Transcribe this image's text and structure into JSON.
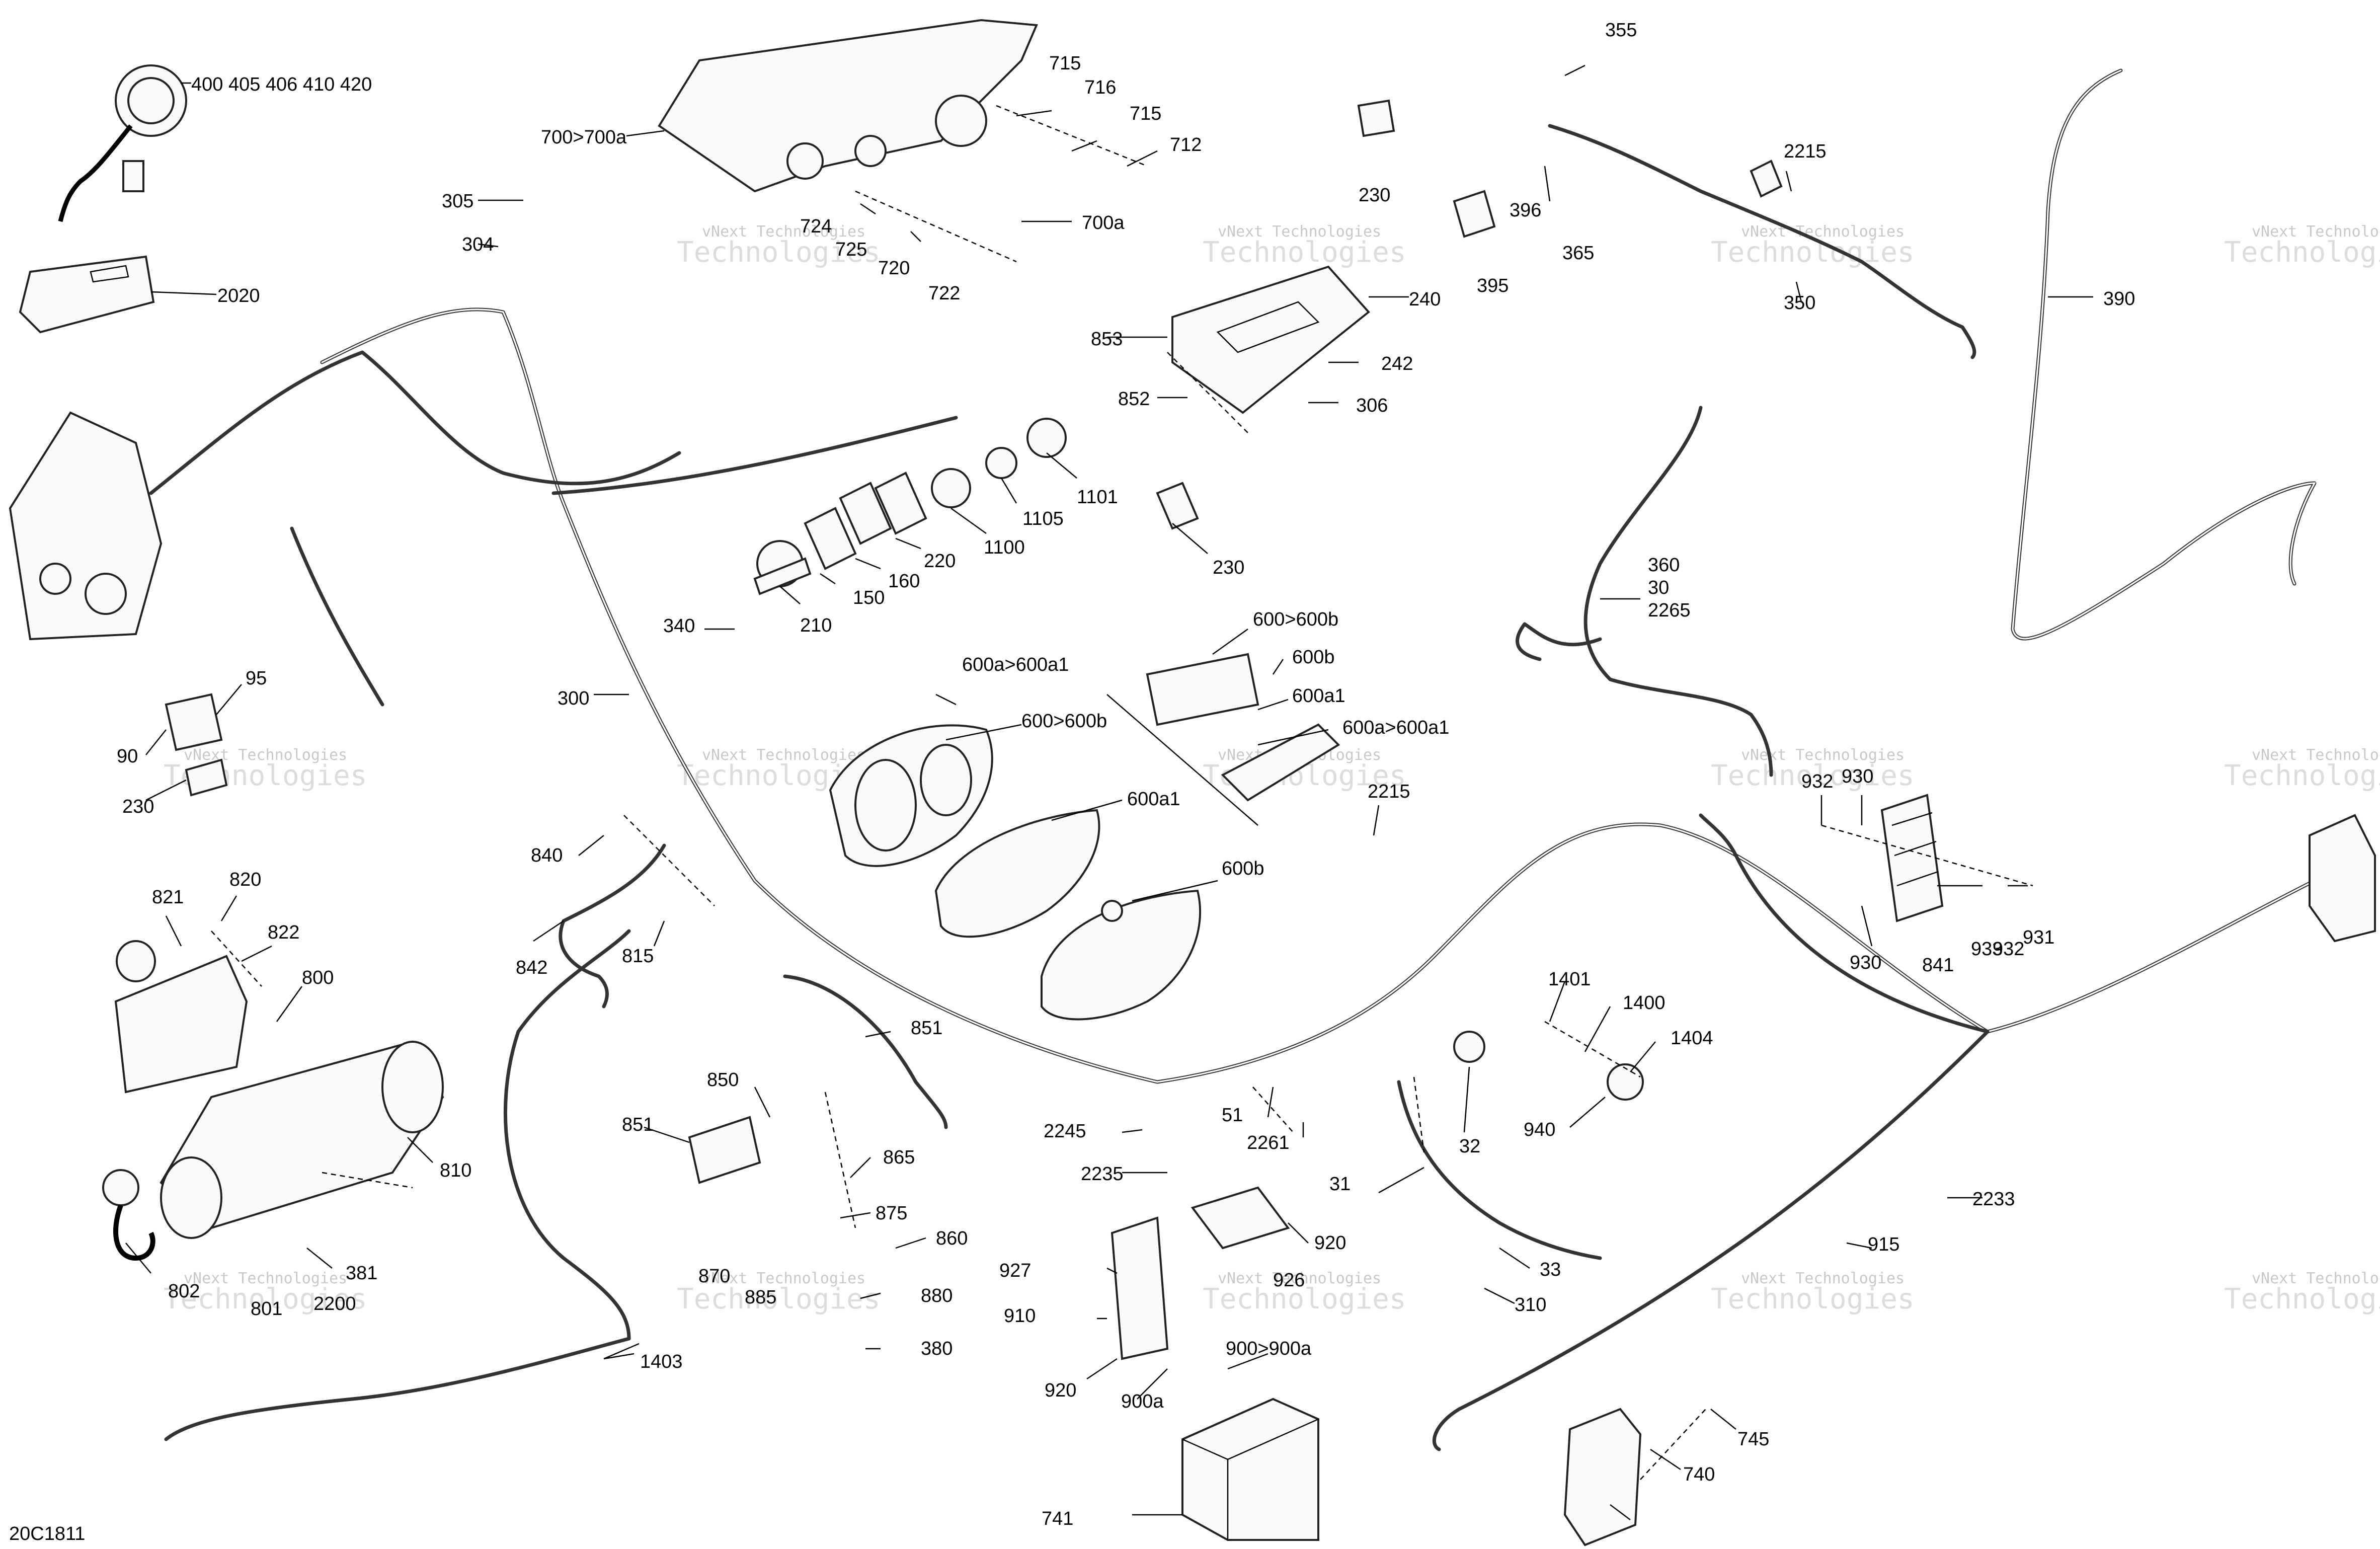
{
  "diagram": {
    "figure_code": "20C1811",
    "watermark": {
      "line1": "vNext Technologies",
      "line2": "Technologies"
    },
    "callouts": [
      "400 405 406 410 420",
      "2020",
      "305",
      "304",
      "700>700a",
      "715",
      "716",
      "715",
      "712",
      "724",
      "725",
      "720",
      "700a",
      "722",
      "355",
      "2215",
      "230",
      "396",
      "365",
      "395",
      "350",
      "390",
      "240",
      "853",
      "242",
      "852",
      "306",
      "1101",
      "1105",
      "230",
      "1100",
      "220",
      "160",
      "150",
      "210",
      "340",
      "300",
      "95",
      "90",
      "230",
      "360",
      "30",
      "2265",
      "600>600b",
      "600b",
      "600a1",
      "600a>600a1",
      "600a>600a1",
      "600>600b",
      "600a1",
      "600b",
      "2215",
      "932",
      "930",
      "933",
      "932",
      "931",
      "930",
      "841",
      "840",
      "842",
      "815",
      "821",
      "820",
      "822",
      "800",
      "810",
      "802",
      "381",
      "801",
      "2200",
      "851",
      "850",
      "851",
      "865",
      "875",
      "860",
      "870",
      "885",
      "880",
      "380",
      "1403",
      "1401",
      "1400",
      "1404",
      "940",
      "32",
      "51",
      "2261",
      "2245",
      "2235",
      "31",
      "33",
      "310",
      "2233",
      "915",
      "920",
      "926",
      "927",
      "910",
      "920",
      "900a",
      "900>900a",
      "741",
      "745",
      "740"
    ]
  }
}
